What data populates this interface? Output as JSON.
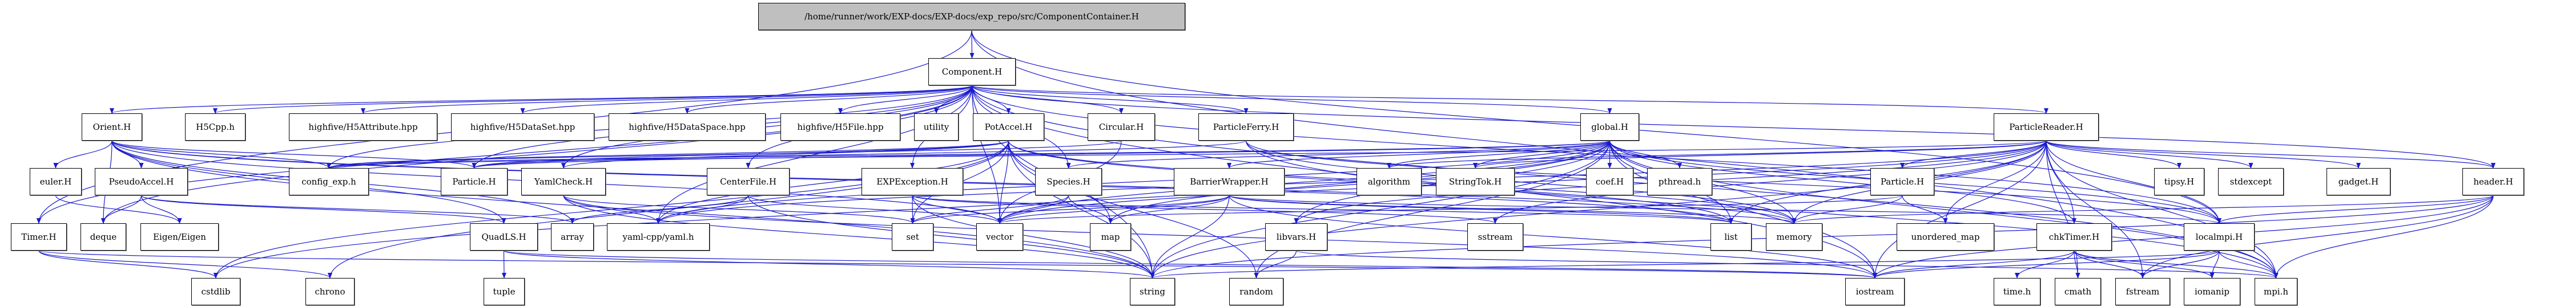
{
  "graph": {
    "edge_color": "#1a1acd",
    "root_fill": "#bfbfbf",
    "nodes": [
      {
        "id": "root",
        "label": "/home/runner/work/EXP-docs/EXP-docs/exp_repo/src/ComponentContainer.H"
      },
      {
        "id": "component",
        "label": "Component.H"
      },
      {
        "id": "orient",
        "label": "Orient.H"
      },
      {
        "id": "h5cpp",
        "label": "H5Cpp.h"
      },
      {
        "id": "h5attr",
        "label": "highfive/H5Attribute.hpp"
      },
      {
        "id": "h5dataset",
        "label": "highfive/H5DataSet.hpp"
      },
      {
        "id": "h5dataspace",
        "label": "highfive/H5DataSpace.hpp"
      },
      {
        "id": "h5file",
        "label": "highfive/H5File.hpp"
      },
      {
        "id": "utility",
        "label": "utility"
      },
      {
        "id": "potaccel",
        "label": "PotAccel.H"
      },
      {
        "id": "circular",
        "label": "Circular.H"
      },
      {
        "id": "particleferry",
        "label": "ParticleFerry.H"
      },
      {
        "id": "global",
        "label": "global.H"
      },
      {
        "id": "particlereader",
        "label": "ParticleReader.H"
      },
      {
        "id": "euler",
        "label": "euler.H"
      },
      {
        "id": "pseudoaccel",
        "label": "PseudoAccel.H"
      },
      {
        "id": "configexp",
        "label": "config_exp.h"
      },
      {
        "id": "particle1",
        "label": "Particle.H"
      },
      {
        "id": "yamlcheck",
        "label": "YamlCheck.H"
      },
      {
        "id": "centerfile",
        "label": "CenterFile.H"
      },
      {
        "id": "expexception",
        "label": "EXPException.H"
      },
      {
        "id": "species",
        "label": "Species.H"
      },
      {
        "id": "barrierwrapper",
        "label": "BarrierWrapper.H"
      },
      {
        "id": "algorithm",
        "label": "algorithm"
      },
      {
        "id": "stringtok",
        "label": "StringTok.H"
      },
      {
        "id": "coef",
        "label": "coef.H"
      },
      {
        "id": "pthread",
        "label": "pthread.h"
      },
      {
        "id": "particle2",
        "label": "Particle.H"
      },
      {
        "id": "tipsy",
        "label": "tipsy.H"
      },
      {
        "id": "stdexcept",
        "label": "stdexcept"
      },
      {
        "id": "gadget",
        "label": "gadget.H"
      },
      {
        "id": "header",
        "label": "header.H"
      },
      {
        "id": "timer",
        "label": "Timer.H"
      },
      {
        "id": "deque",
        "label": "deque"
      },
      {
        "id": "eigen",
        "label": "Eigen/Eigen"
      },
      {
        "id": "quadls",
        "label": "QuadLS.H"
      },
      {
        "id": "array",
        "label": "array"
      },
      {
        "id": "yaml",
        "label": "yaml-cpp/yaml.h"
      },
      {
        "id": "set",
        "label": "set"
      },
      {
        "id": "vector",
        "label": "vector"
      },
      {
        "id": "map",
        "label": "map"
      },
      {
        "id": "libvars",
        "label": "libvars.H"
      },
      {
        "id": "sstream",
        "label": "sstream"
      },
      {
        "id": "list",
        "label": "list"
      },
      {
        "id": "memory",
        "label": "memory"
      },
      {
        "id": "unorderedmap",
        "label": "unordered_map"
      },
      {
        "id": "chktimer",
        "label": "chkTimer.H"
      },
      {
        "id": "localmpi",
        "label": "localmpi.H"
      },
      {
        "id": "cstdlib",
        "label": "cstdlib"
      },
      {
        "id": "chrono",
        "label": "chrono"
      },
      {
        "id": "tuple",
        "label": "tuple"
      },
      {
        "id": "string",
        "label": "string"
      },
      {
        "id": "random",
        "label": "random"
      },
      {
        "id": "iostream",
        "label": "iostream"
      },
      {
        "id": "timeh",
        "label": "time.h"
      },
      {
        "id": "cmath",
        "label": "cmath"
      },
      {
        "id": "fstream",
        "label": "fstream"
      },
      {
        "id": "iomanip",
        "label": "iomanip"
      },
      {
        "id": "mpih",
        "label": "mpi.h"
      }
    ],
    "edges": [
      [
        "root",
        "component"
      ],
      [
        "root",
        "timer"
      ],
      [
        "root",
        "localmpi"
      ],
      [
        "root",
        "mpih"
      ],
      [
        "component",
        "orient"
      ],
      [
        "component",
        "h5cpp"
      ],
      [
        "component",
        "h5attr"
      ],
      [
        "component",
        "h5dataset"
      ],
      [
        "component",
        "h5dataspace"
      ],
      [
        "component",
        "h5file"
      ],
      [
        "component",
        "utility"
      ],
      [
        "component",
        "potaccel"
      ],
      [
        "component",
        "circular"
      ],
      [
        "component",
        "particleferry"
      ],
      [
        "component",
        "global"
      ],
      [
        "component",
        "particlereader"
      ],
      [
        "component",
        "configexp"
      ],
      [
        "component",
        "particle1"
      ],
      [
        "component",
        "yamlcheck"
      ],
      [
        "component",
        "centerfile"
      ],
      [
        "component",
        "expexception"
      ],
      [
        "component",
        "species"
      ],
      [
        "component",
        "timer"
      ],
      [
        "component",
        "deque"
      ],
      [
        "component",
        "yaml"
      ],
      [
        "component",
        "vector"
      ],
      [
        "component",
        "header"
      ],
      [
        "component",
        "localmpi"
      ],
      [
        "component",
        "mpih"
      ],
      [
        "component",
        "iostream"
      ],
      [
        "component",
        "string"
      ],
      [
        "orient",
        "euler"
      ],
      [
        "orient",
        "pseudoaccel"
      ],
      [
        "orient",
        "deque"
      ],
      [
        "orient",
        "configexp"
      ],
      [
        "orient",
        "particle1"
      ],
      [
        "orient",
        "array"
      ],
      [
        "orient",
        "vector"
      ],
      [
        "orient",
        "string"
      ],
      [
        "orient",
        "memory"
      ],
      [
        "orient",
        "list"
      ],
      [
        "orient",
        "quadls"
      ],
      [
        "euler",
        "eigen"
      ],
      [
        "pseudoaccel",
        "deque"
      ],
      [
        "pseudoaccel",
        "eigen"
      ],
      [
        "pseudoaccel",
        "quadls"
      ],
      [
        "pseudoaccel",
        "array"
      ],
      [
        "quadls",
        "tuple"
      ],
      [
        "quadls",
        "iostream"
      ],
      [
        "quadls",
        "string"
      ],
      [
        "timer",
        "cstdlib"
      ],
      [
        "timer",
        "chrono"
      ],
      [
        "timer",
        "iostream"
      ],
      [
        "yamlcheck",
        "yaml"
      ],
      [
        "yamlcheck",
        "set"
      ],
      [
        "yamlcheck",
        "string"
      ],
      [
        "yamlcheck",
        "iostream"
      ],
      [
        "centerfile",
        "yaml"
      ],
      [
        "centerfile",
        "vector"
      ],
      [
        "centerfile",
        "string"
      ],
      [
        "centerfile",
        "array"
      ],
      [
        "expexception",
        "set"
      ],
      [
        "expexception",
        "vector"
      ],
      [
        "expexception",
        "string"
      ],
      [
        "expexception",
        "sstream"
      ],
      [
        "expexception",
        "list"
      ],
      [
        "species",
        "set"
      ],
      [
        "species",
        "vector"
      ],
      [
        "species",
        "map"
      ],
      [
        "barrierwrapper",
        "set"
      ],
      [
        "barrierwrapper",
        "vector"
      ],
      [
        "barrierwrapper",
        "map"
      ],
      [
        "barrierwrapper",
        "string"
      ],
      [
        "barrierwrapper",
        "localmpi"
      ],
      [
        "barrierwrapper",
        "memory"
      ],
      [
        "barrierwrapper",
        "list"
      ],
      [
        "barrierwrapper",
        "iostream"
      ],
      [
        "libvars",
        "random"
      ],
      [
        "libvars",
        "mpih"
      ],
      [
        "potaccel",
        "configexp"
      ],
      [
        "potaccel",
        "particle1"
      ],
      [
        "potaccel",
        "yamlcheck"
      ],
      [
        "potaccel",
        "yaml"
      ],
      [
        "potaccel",
        "cstdlib"
      ],
      [
        "potaccel",
        "chrono"
      ],
      [
        "potaccel",
        "map"
      ],
      [
        "potaccel",
        "string"
      ],
      [
        "potaccel",
        "list"
      ],
      [
        "potaccel",
        "memory"
      ],
      [
        "potaccel",
        "vector"
      ],
      [
        "potaccel",
        "random"
      ],
      [
        "potaccel",
        "set"
      ],
      [
        "circular",
        "vector"
      ],
      [
        "circular",
        "configexp"
      ],
      [
        "particleferry",
        "particle1"
      ],
      [
        "particleferry",
        "localmpi"
      ],
      [
        "particleferry",
        "mpih"
      ],
      [
        "particleferry",
        "memory"
      ],
      [
        "global",
        "coef"
      ],
      [
        "global",
        "pthread"
      ],
      [
        "global",
        "configexp"
      ],
      [
        "global",
        "particle1"
      ],
      [
        "global",
        "stringtok"
      ],
      [
        "global",
        "libvars"
      ],
      [
        "global",
        "list"
      ],
      [
        "global",
        "memory"
      ],
      [
        "global",
        "string"
      ],
      [
        "global",
        "random"
      ],
      [
        "global",
        "vector"
      ],
      [
        "global",
        "map"
      ],
      [
        "global",
        "barrierwrapper"
      ],
      [
        "global",
        "chktimer"
      ],
      [
        "global",
        "localmpi"
      ],
      [
        "global",
        "mpih"
      ],
      [
        "global",
        "yaml"
      ],
      [
        "global",
        "species"
      ],
      [
        "global",
        "cstdlib"
      ],
      [
        "global",
        "iostream"
      ],
      [
        "global",
        "algorithm"
      ],
      [
        "particlereader",
        "particle2"
      ],
      [
        "particlereader",
        "tipsy"
      ],
      [
        "particlereader",
        "stdexcept"
      ],
      [
        "particlereader",
        "gadget"
      ],
      [
        "particlereader",
        "header"
      ],
      [
        "particlereader",
        "localmpi"
      ],
      [
        "particlereader",
        "stringtok"
      ],
      [
        "particlereader",
        "libvars"
      ],
      [
        "particlereader",
        "sstream"
      ],
      [
        "particlereader",
        "list"
      ],
      [
        "particlereader",
        "memory"
      ],
      [
        "particlereader",
        "iostream"
      ],
      [
        "particlereader",
        "fstream"
      ],
      [
        "particlereader",
        "mpih"
      ],
      [
        "particlereader",
        "string"
      ],
      [
        "particlereader",
        "vector"
      ],
      [
        "particlereader",
        "algorithm"
      ],
      [
        "particlereader",
        "configexp"
      ],
      [
        "particlereader",
        "yaml"
      ],
      [
        "particlereader",
        "chktimer"
      ],
      [
        "particlereader",
        "cmath"
      ],
      [
        "particlereader",
        "unorderedmap"
      ],
      [
        "particle2",
        "unorderedmap"
      ],
      [
        "particle2",
        "memory"
      ],
      [
        "particle2",
        "vector"
      ],
      [
        "header",
        "localmpi"
      ],
      [
        "header",
        "mpih"
      ],
      [
        "header",
        "iostream"
      ],
      [
        "header",
        "fstream"
      ],
      [
        "header",
        "memory"
      ],
      [
        "header",
        "string"
      ],
      [
        "chktimer",
        "timeh"
      ],
      [
        "chktimer",
        "cmath"
      ],
      [
        "chktimer",
        "fstream"
      ],
      [
        "chktimer",
        "iomanip"
      ],
      [
        "chktimer",
        "iostream"
      ],
      [
        "chktimer",
        "mpih"
      ],
      [
        "localmpi",
        "fstream"
      ],
      [
        "localmpi",
        "iomanip"
      ],
      [
        "localmpi",
        "mpih"
      ],
      [
        "localmpi",
        "iostream"
      ],
      [
        "localmpi",
        "string"
      ]
    ]
  }
}
